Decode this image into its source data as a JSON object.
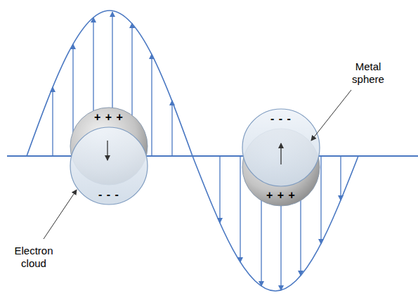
{
  "diagram": {
    "labels": [
      "+ + +",
      "- - -",
      "- - -",
      "Metal sphere",
      "+ + +",
      "Electron cloud"
    ]
  }
}
